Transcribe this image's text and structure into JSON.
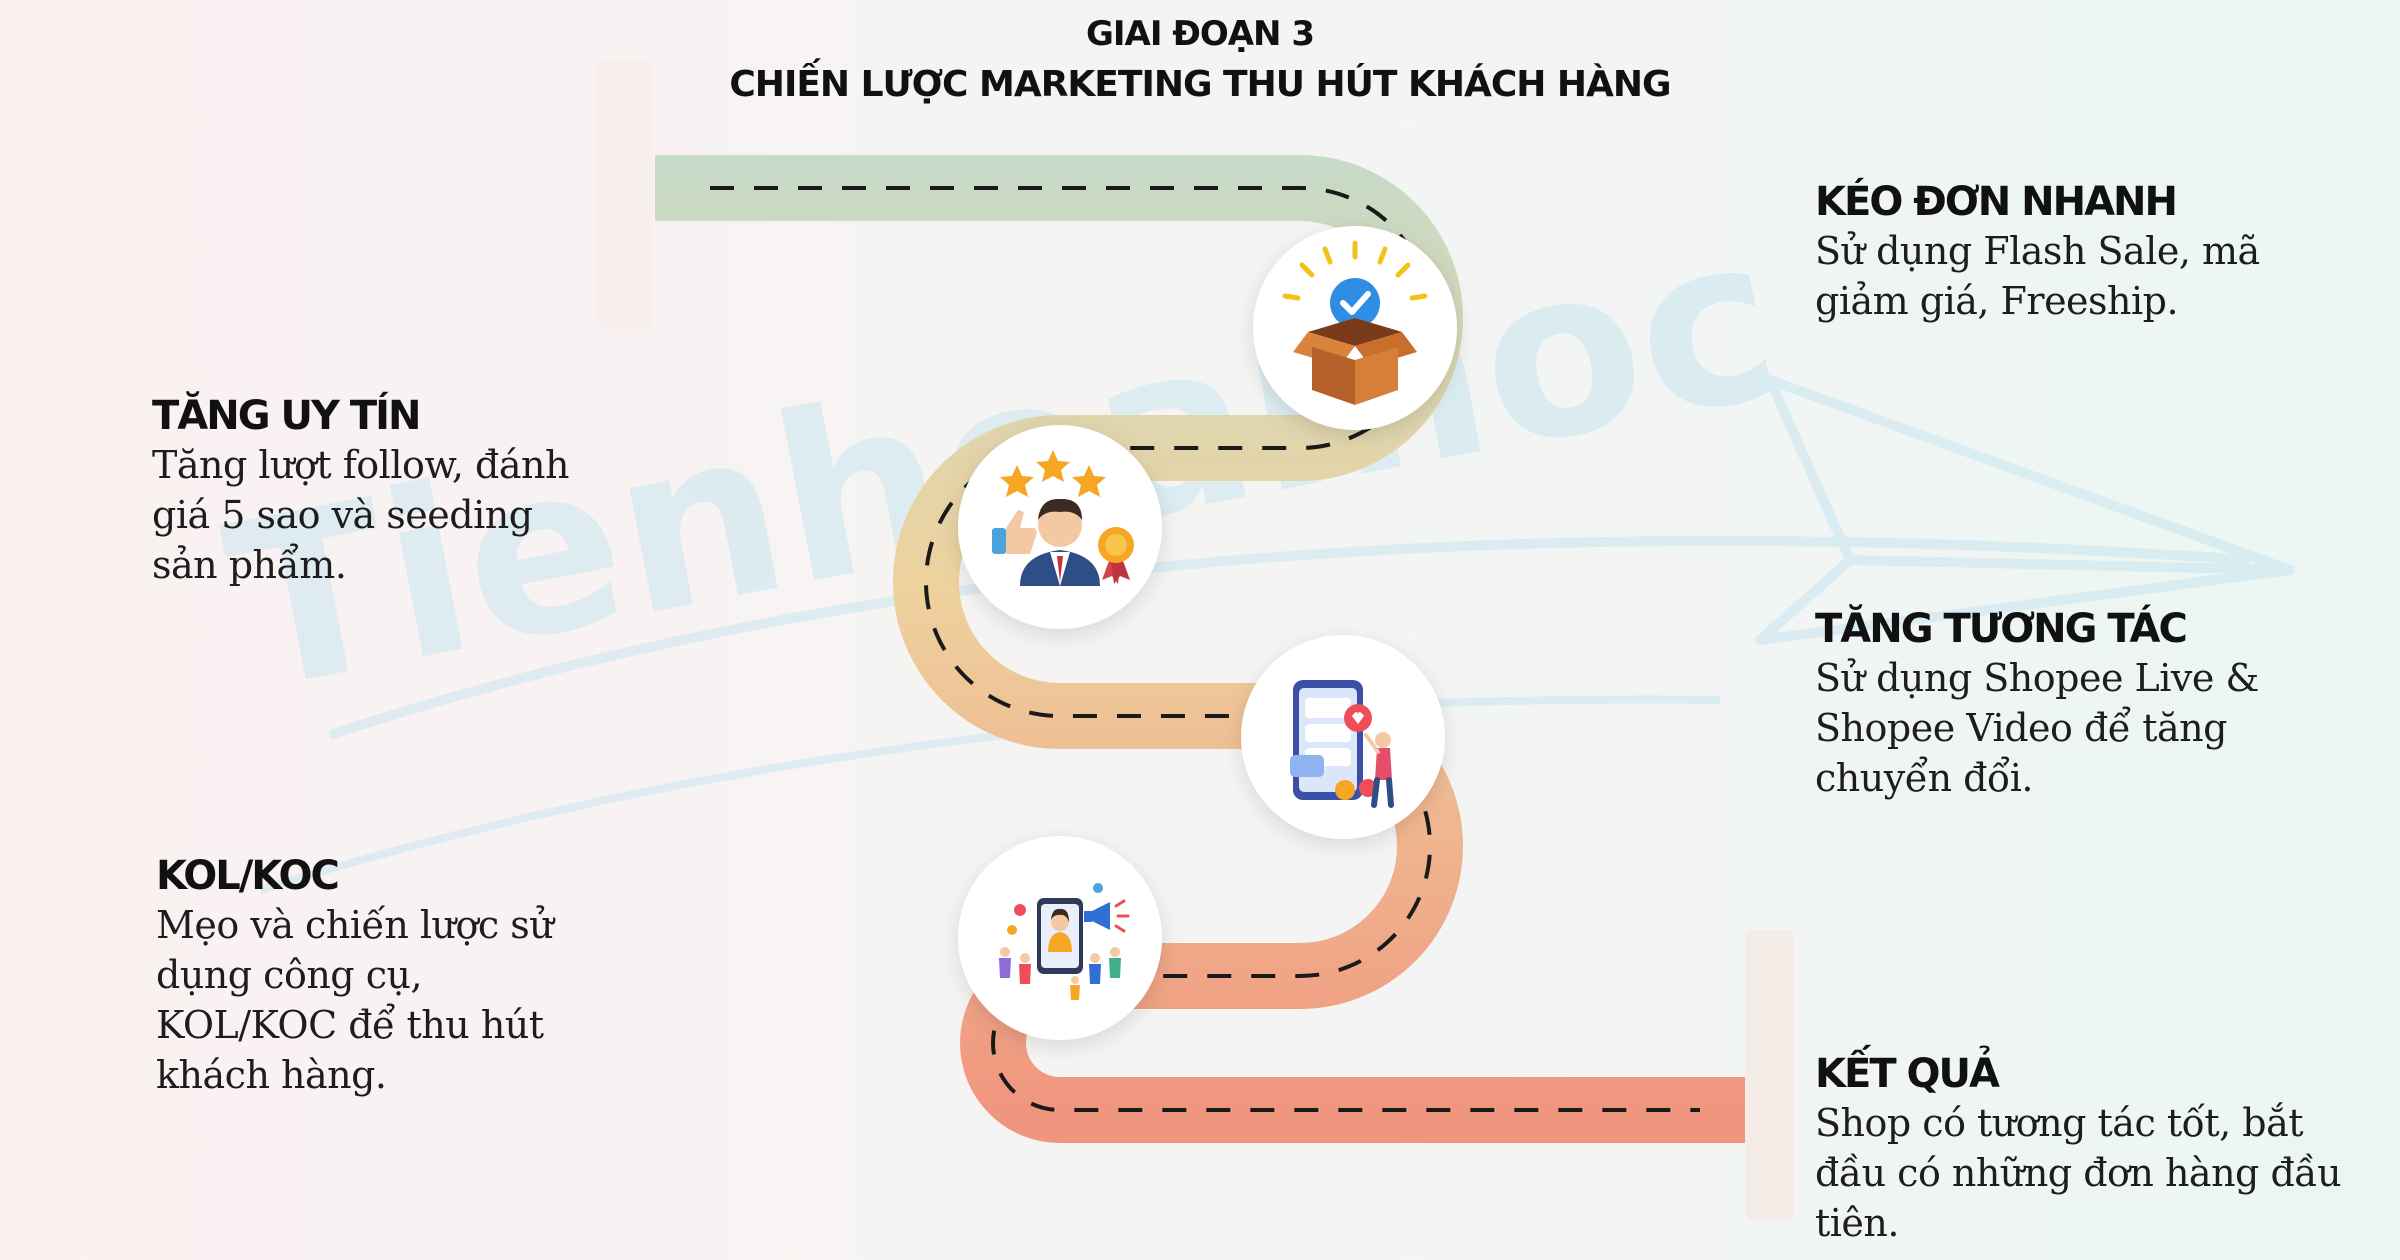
{
  "header": {
    "stage": "GIAI ĐOẠN 3",
    "title": "CHIẾN LƯỢC MARKETING THU HÚT KHÁCH HÀNG"
  },
  "watermark": {
    "text": "Tienhoamoc"
  },
  "steps": [
    {
      "title": "KÉO ĐƠN NHANH",
      "lines": [
        "Sử dụng Flash Sale, mã",
        "giảm giá, Freeship."
      ],
      "icon": "open-box-check-icon"
    },
    {
      "title": "TĂNG UY TÍN",
      "lines": [
        "Tăng lượt follow, đánh",
        "giá 5 sao và seeding",
        "sản phẩm."
      ],
      "icon": "businessman-stars-award-icon"
    },
    {
      "title": "TĂNG TƯƠNG TÁC",
      "lines": [
        "Sử dụng Shopee Live &",
        "Shopee Video để tăng",
        "chuyển đổi."
      ],
      "icon": "phone-live-interaction-icon"
    },
    {
      "title": "KOL/KOC",
      "lines": [
        "Mẹo và chiến lược sử",
        "dụng công cụ,",
        "KOL/KOC để thu hút",
        "khách hàng."
      ],
      "icon": "influencer-megaphone-icon"
    },
    {
      "title": "KẾT QUẢ",
      "lines": [
        "Shop có tương tác tốt, bắt",
        "đầu có những đơn hàng đầu",
        "tiên."
      ],
      "icon": ""
    }
  ],
  "colors": {
    "road_start": "#c5dbc9",
    "road_mid": "#eed29e",
    "road_end": "#f0967e",
    "dash": "#1a1a1a",
    "watermark": "#c9e6f0"
  }
}
